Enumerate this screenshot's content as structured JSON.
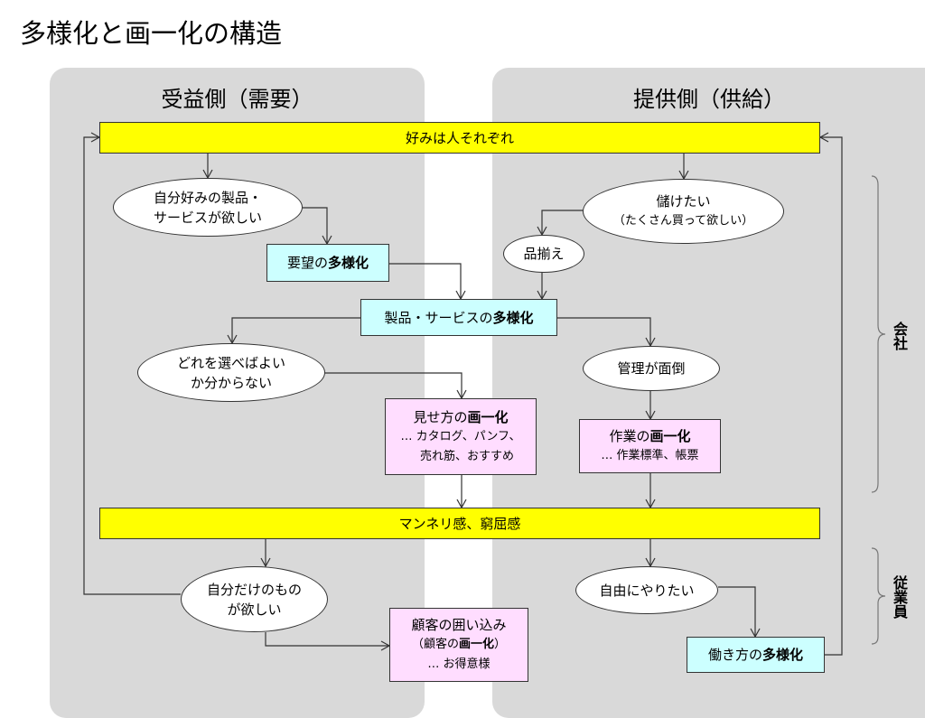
{
  "title": "多様化と画一化の構造",
  "left_header": "受益側（需要）",
  "right_header": "提供側（供給）",
  "bar_top": "好みは人それぞれ",
  "bar_mid": "マンネリ感、窮屈感",
  "nodes": {
    "want_own_pref": {
      "line1": "自分好みの製品・",
      "line2": "サービスが欲しい"
    },
    "demand_div": {
      "pre": "要望の",
      "bold": "多様化"
    },
    "profit": {
      "line1": "儲けたい",
      "line2": "（たくさん買って欲しい）"
    },
    "assortment": "品揃え",
    "product_div": {
      "pre": "製品・サービスの",
      "bold": "多様化"
    },
    "cant_choose": {
      "line1": "どれを選べばよい",
      "line2": "か分からない"
    },
    "hassle": "管理が面倒",
    "display_uni": {
      "pre": "見せ方の",
      "bold": "画一化",
      "line2": "… カタログ、パンフ、",
      "line3": "売れ筋、おすすめ"
    },
    "work_uni": {
      "pre": "作業の",
      "bold": "画一化",
      "line2": "… 作業標準、帳票"
    },
    "want_unique": {
      "line1": "自分だけのもの",
      "line2": "が欲しい"
    },
    "customer_lock": {
      "line1": "顧客の囲い込み",
      "pre": "（顧客の",
      "bold": "画一化",
      "post": "）",
      "line3": "… お得意様"
    },
    "want_freedom": "自由にやりたい",
    "workstyle_div": {
      "pre": "働き方の",
      "bold": "多様化"
    }
  },
  "brace_company": "会社",
  "brace_employee": "従業員"
}
